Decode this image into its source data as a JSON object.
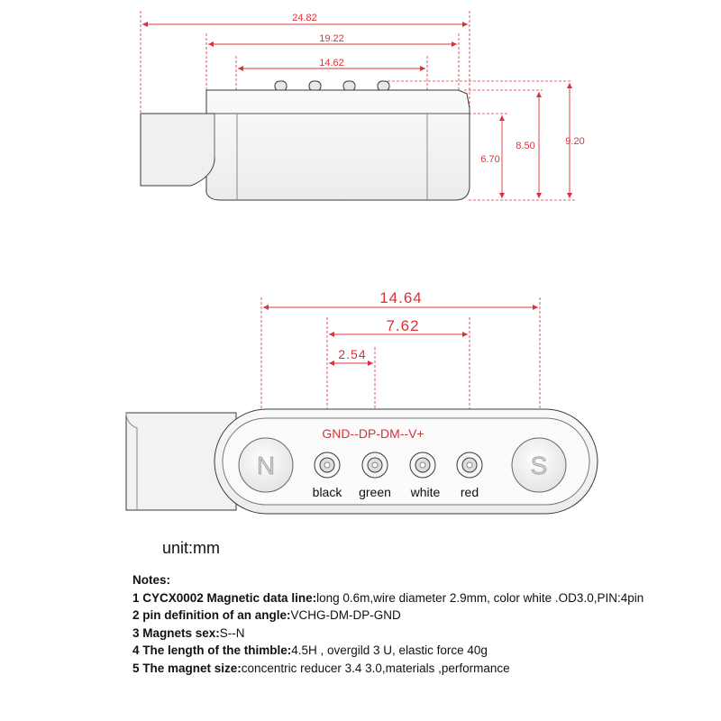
{
  "colors": {
    "dimension": "#d8333a",
    "outline": "#3a3a3a",
    "body": "#f4f4f4"
  },
  "top_view": {
    "width_labels": [
      "24.82",
      "19.22",
      "14.62"
    ],
    "height_labels": [
      "6.70",
      "8.50",
      "9.20"
    ]
  },
  "front_view": {
    "spacing_labels": [
      "14.64",
      "7.62",
      "2.54"
    ],
    "pin_order": "GND--DP-DM--V+",
    "magnet_left": "N",
    "magnet_right": "S",
    "pins": [
      "black",
      "green",
      "white",
      "red"
    ]
  },
  "unit": "unit:mm",
  "notes": {
    "heading": "Notes:",
    "items": [
      {
        "bold": "1 CYCX0002 Magnetic data line:",
        "text": "long 0.6m,wire  diameter 2.9mm, color white .OD3.0,PIN:4pin"
      },
      {
        "bold": "2 pin definition of an angle:",
        "text": "VCHG-DM-DP-GND"
      },
      {
        "bold": "3 Magnets sex:",
        "text": "S--N"
      },
      {
        "bold": "4 The length of the thimble:",
        "text": "4.5H , overgild 3 U, elastic  force 40g"
      },
      {
        "bold": "5 The magnet size:",
        "text": "concentric reducer 3.4 3.0,materials  ,performance"
      }
    ]
  }
}
